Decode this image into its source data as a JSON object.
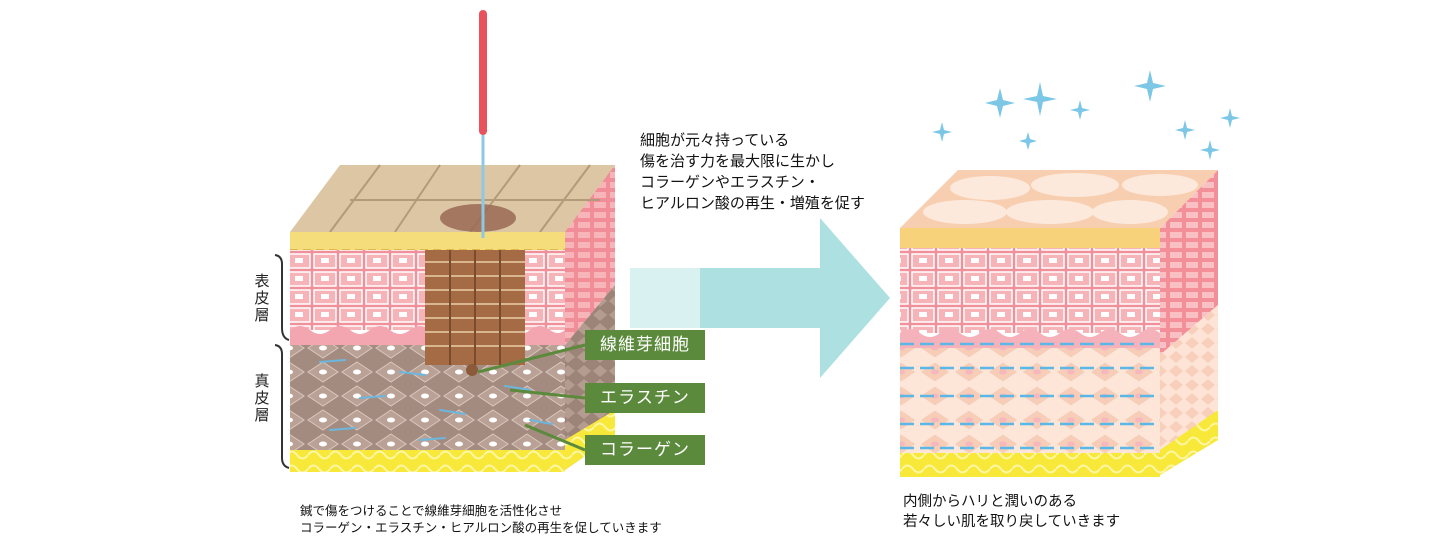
{
  "left_diagram": {
    "layer_labels": {
      "epidermis": "表皮層",
      "dermis": "真皮層"
    },
    "callouts": {
      "fibroblast": "線維芽細胞",
      "elastin": "エラスチン",
      "collagen": "コラーゲン"
    },
    "caption": [
      "鍼で傷をつけることで線維芽細胞を活性化させ",
      "コラーゲン・エラスチン・ヒアルロン酸の再生を促していきます"
    ]
  },
  "arrow_text": [
    "細胞が元々持っている",
    "傷を治す力を最大限に生かし",
    "コラーゲンやエラスチン・",
    "ヒアルロン酸の再生・増殖を促す"
  ],
  "right_diagram": {
    "caption": [
      "内側からハリと潤いのある",
      "若々しい肌を取り戻していきます"
    ]
  },
  "colors": {
    "needle": "#e8525c",
    "skin_surface_left": "#d9c4a2",
    "skin_surface_right": "#f6d3b8",
    "epidermis": "#ef8f98",
    "dermis_left": "#a98f84",
    "dermis_right": "#f7d9c8",
    "fat": "#f7e700",
    "callout": "#5b8a3c",
    "arrow": "#a8dedf",
    "sparkle": "#7cc6e6"
  }
}
